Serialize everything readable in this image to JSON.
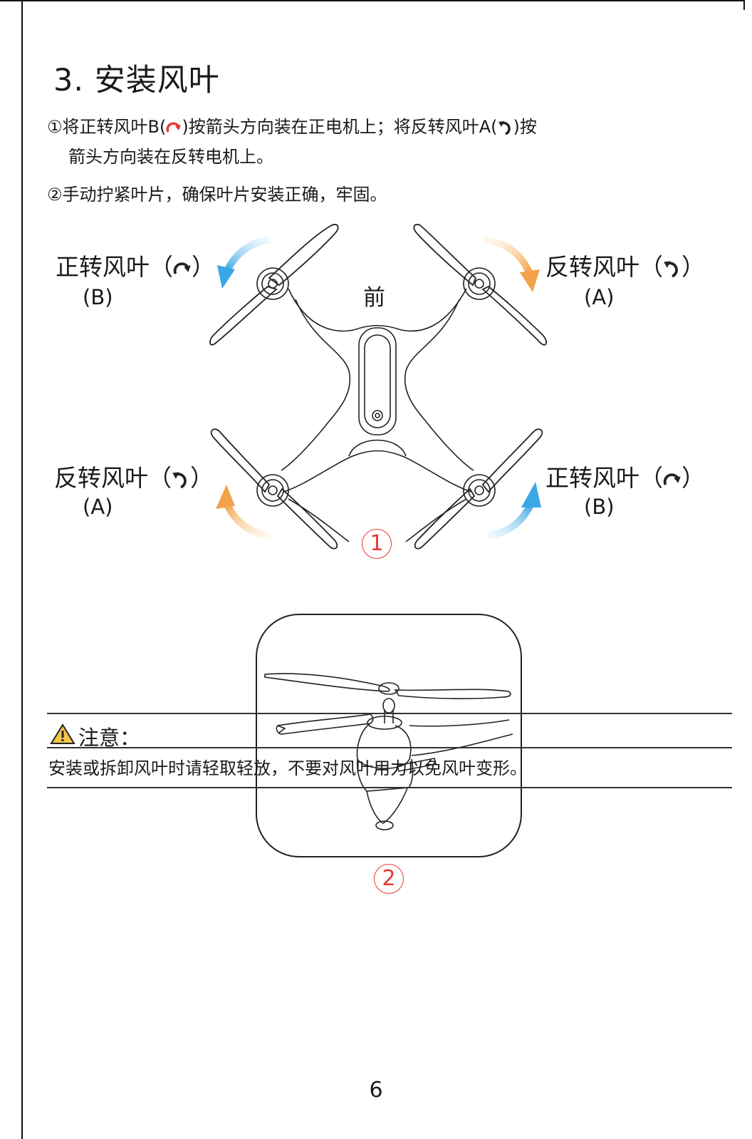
{
  "section": {
    "title": "3. 安装风叶"
  },
  "instructions": {
    "line1_a": "①将正转风叶B(",
    "line1_b": ")按箭头方向装在正电机上；将反转风叶A(",
    "line1_c": ")按",
    "line2": "箭头方向装在反转电机上。",
    "line3": "②手动拧紧叶片，确保叶片安装正确，牢固。"
  },
  "diagram1": {
    "front_label": "前",
    "top_left": {
      "label": "正转风叶（",
      "close": "）",
      "sub": "(B)"
    },
    "top_right": {
      "label": "反转风叶（",
      "close": "）",
      "sub": "(A)"
    },
    "bottom_left": {
      "label": "反转风叶（",
      "close": "）",
      "sub": "(A)"
    },
    "bottom_right": {
      "label": "正转风叶（",
      "close": "）",
      "sub": "(B)"
    },
    "step_number": "1"
  },
  "diagram2": {
    "step_number": "2"
  },
  "note": {
    "title": "注意：",
    "body": "安装或拆卸风叶时请轻取轻放，不要对风叶用力以免风叶变形。"
  },
  "page_number": "6",
  "colors": {
    "cw_arrow": "#3aa7e6",
    "ccw_arrow": "#f2a24a",
    "step_red": "#e53935"
  },
  "icons": {
    "cw": "clockwise-arrow-icon",
    "ccw": "counterclockwise-arrow-icon",
    "warning": "warning-triangle-icon"
  }
}
